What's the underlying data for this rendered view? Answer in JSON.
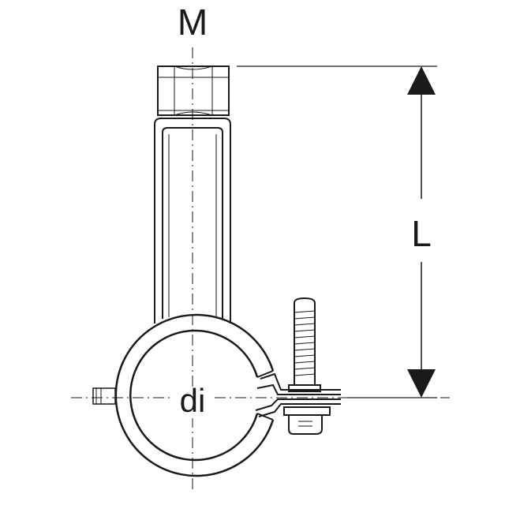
{
  "labels": {
    "thread_label": "M",
    "length_label": "L",
    "inner_diameter_label": "di"
  },
  "colors": {
    "line": "#1a1a1a",
    "background": "#ffffff"
  }
}
